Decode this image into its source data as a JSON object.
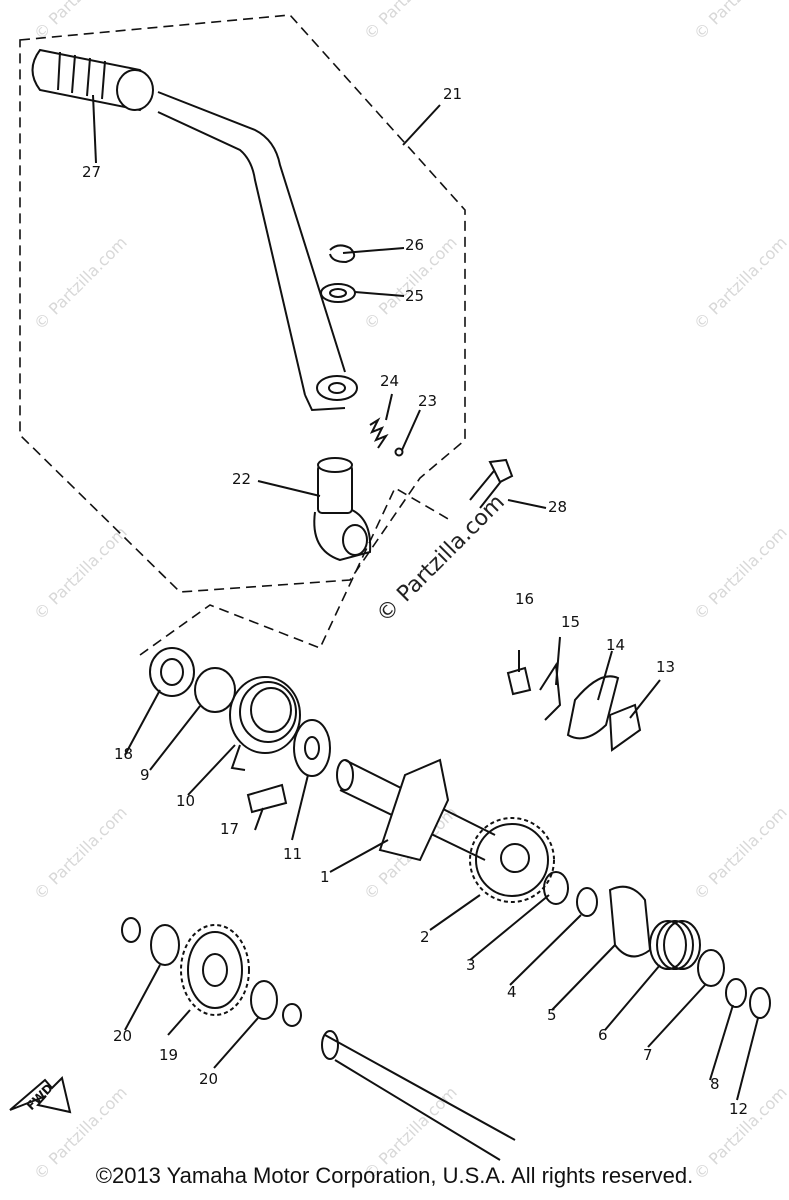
{
  "diagram": {
    "part_labels": {
      "p1": "1",
      "p2": "2",
      "p3": "3",
      "p4": "4",
      "p5": "5",
      "p6": "6",
      "p7": "7",
      "p8": "8",
      "p9": "9",
      "p10": "10",
      "p11": "11",
      "p12": "12",
      "p13": "13",
      "p14": "14",
      "p15": "15",
      "p16": "16",
      "p17": "17",
      "p18": "18",
      "p19": "19",
      "p20a": "20",
      "p20b": "20",
      "p21": "21",
      "p22": "22",
      "p23": "23",
      "p24": "24",
      "p25": "25",
      "p26": "26",
      "p27": "27",
      "p28": "28"
    },
    "fwd_marker": "FWD",
    "watermark_text": "© Partzilla.com",
    "copyright": "©2013  Yamaha Motor Corporation, U.S.A. All rights reserved."
  }
}
